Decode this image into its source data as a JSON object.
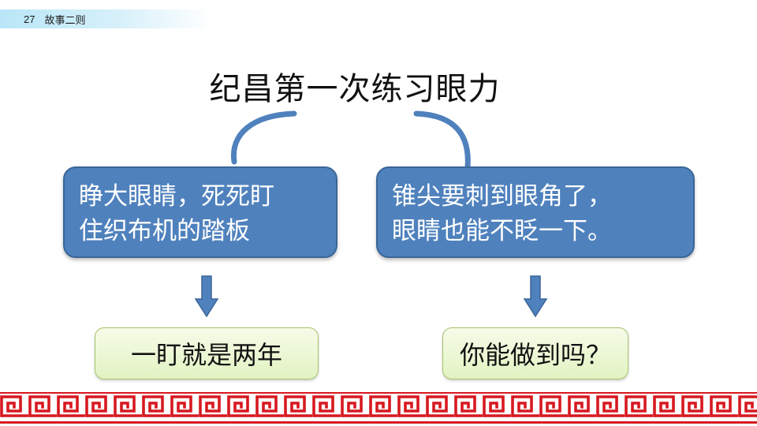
{
  "header": {
    "lesson_number": "27",
    "lesson_title": "故事二则"
  },
  "title": "纪昌第一次练习眼力",
  "left_box": {
    "line1": "睁大眼睛，死死盯",
    "line2": "住织布机的踏板"
  },
  "right_box": {
    "line1": "锥尖要刺到眼角了，",
    "line2": "眼睛也能不眨一下。"
  },
  "left_result": "一盯就是两年",
  "right_result": "你能做到吗？",
  "colors": {
    "blue_box": "#4f81bd",
    "connector": "#4f81bd",
    "arrow": "#4f81bd",
    "green_box": "#e2f3c2",
    "border_red": "#d71920",
    "header_bar": "#b9e6f7"
  },
  "icons": {
    "arrows": "down-arrow-icon",
    "border": "fret-pattern"
  }
}
